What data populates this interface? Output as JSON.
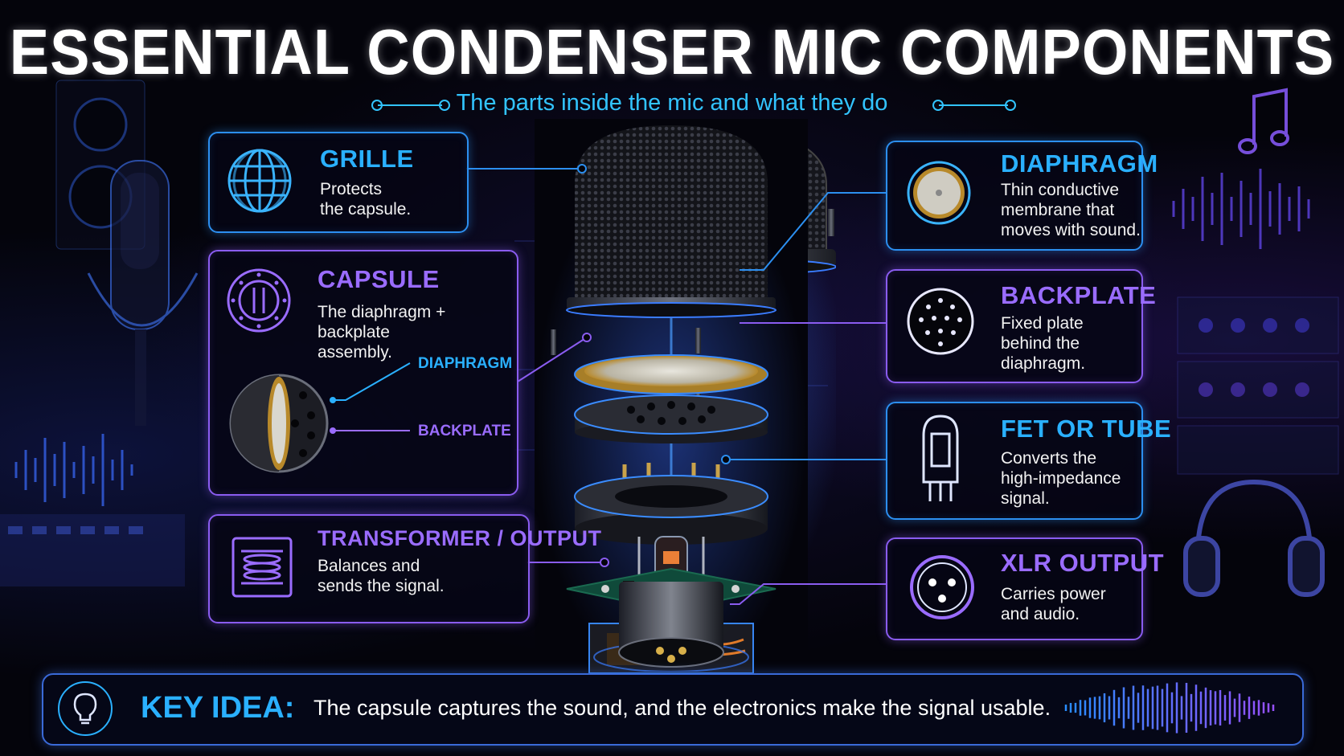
{
  "title": "ESSENTIAL CONDENSER MIC COMPONENTS",
  "subtitle": "The parts inside the mic and what they do",
  "colors": {
    "blue_accent": "#2ab0ff",
    "purple_accent": "#9a6cff",
    "background": "#04040b"
  },
  "components_left": [
    {
      "title": "GRILLE",
      "desc": "Protects\nthe capsule.",
      "icon": "globe-grid-icon"
    },
    {
      "title": "CAPSULE",
      "desc": "The diaphragm +\nbackplate\nassembly.",
      "icon": "capsule-icon",
      "callouts": [
        "DIAPHRAGM",
        "BACKPLATE"
      ]
    },
    {
      "title": "TRANSFORMER / OUTPUT",
      "desc": "Balances and\nsends the signal.",
      "icon": "transformer-icon"
    }
  ],
  "components_right": [
    {
      "title": "DIAPHRAGM",
      "desc": "Thin conductive\nmembrane that\nmoves with sound.",
      "icon": "diaphragm-icon"
    },
    {
      "title": "BACKPLATE",
      "desc": "Fixed plate\nbehind the\ndiaphragm.",
      "icon": "perforated-plate-icon"
    },
    {
      "title": "FET OR TUBE",
      "desc": "Converts the\nhigh-impedance\nsignal.",
      "icon": "vacuum-tube-icon"
    },
    {
      "title": "XLR OUTPUT",
      "desc": "Carries power\nand audio.",
      "icon": "xlr-connector-icon"
    }
  ],
  "key_idea": {
    "label": "KEY IDEA:",
    "text": "The capsule captures the sound, and the electronics make the signal usable.",
    "icon": "lightbulb-icon"
  }
}
